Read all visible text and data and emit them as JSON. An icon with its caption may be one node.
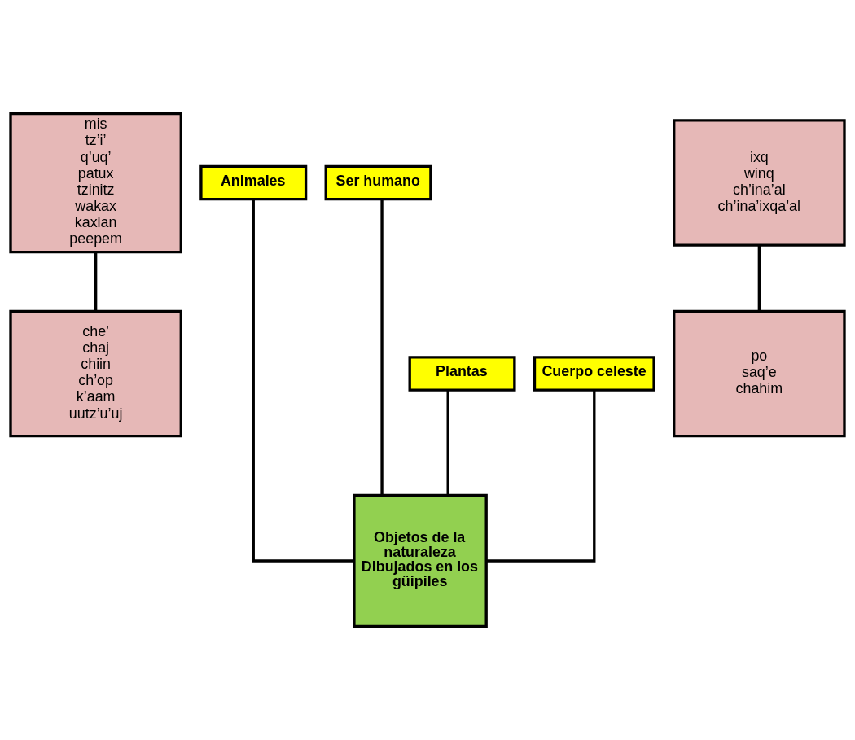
{
  "diagram": {
    "nodes": [
      {
        "text": [
          "mis",
          "tz’i’",
          "q’uq’",
          "patux",
          "tzinitz",
          "wakax",
          "kaxlan",
          "peepem"
        ]
      },
      {
        "text": [
          "Animales"
        ]
      },
      {
        "text": [
          "Ser humano"
        ]
      },
      {
        "text": [
          "ixq",
          "winq",
          "ch’ina’al",
          "ch’ina’ixqa’al"
        ]
      },
      {
        "text": [
          "Objetos de la naturaleza Dibujados en los güipiles"
        ]
      },
      {
        "text": [
          "che’",
          "chaj",
          "chiin",
          "ch’op",
          "k’aam",
          "uutz’u’uj"
        ]
      },
      {
        "text": [
          "Plantas"
        ]
      },
      {
        "text": [
          "Cuerpo celeste"
        ]
      },
      {
        "text": [
          "po",
          "saq’e",
          "chahim"
        ]
      }
    ],
    "edges": [
      {
        "from": 1,
        "to": 4,
        "arrow": "none"
      },
      {
        "from": 2,
        "to": 4,
        "arrow": "none"
      },
      {
        "from": 0,
        "to": 5,
        "arrow": "none"
      },
      {
        "from": 3,
        "to": 8,
        "arrow": "none"
      },
      {
        "from": 6,
        "to": 4,
        "arrow": "none"
      },
      {
        "from": 7,
        "to": 4,
        "arrow": "none"
      }
    ]
  }
}
